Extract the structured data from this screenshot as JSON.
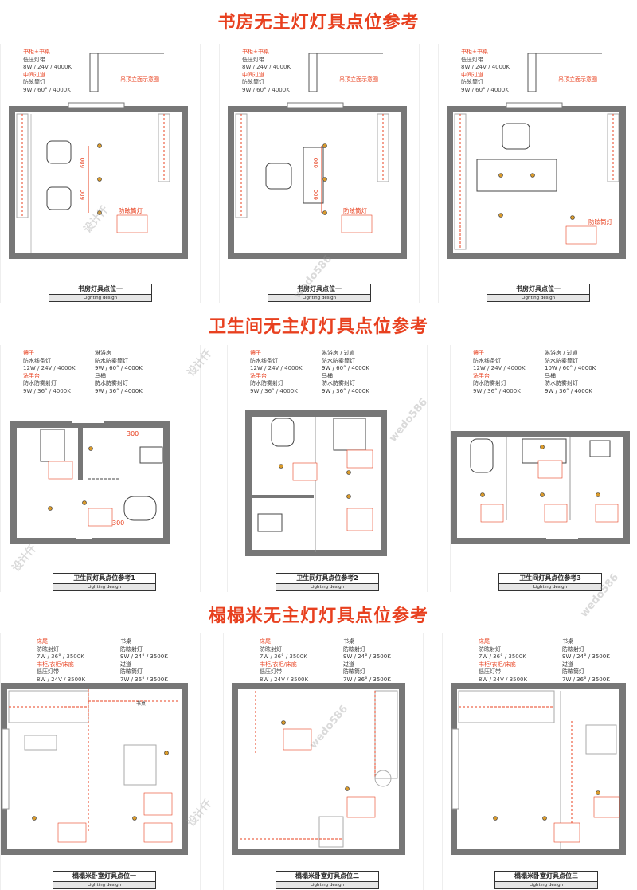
{
  "sections": [
    {
      "title": "书房无主灯灯具点位参考"
    },
    {
      "title": "卫生间无主灯灯具点位参考"
    },
    {
      "title": "榻榻米无主灯灯具点位参考"
    }
  ],
  "study": {
    "spec": {
      "h1": "书柜+书桌",
      "v1": "低压灯带",
      "v2": "8W / 24V / 4000K",
      "h2": "中间过道",
      "v3": "防眩筒灯",
      "v4": "9W / 60° / 4000K"
    },
    "ceiling_label": "吊顶立面示意图",
    "fixture_label": "防眩筒灯",
    "dims": [
      "600",
      "600"
    ],
    "captions": [
      "书房灯具点位一",
      "书房灯具点位一",
      "书房灯具点位一"
    ],
    "sub": "Lighting design"
  },
  "bath": {
    "spec": {
      "h1": "镜子",
      "v1": "防水线条灯",
      "v2": "12W / 24V / 4000K",
      "h2": "洗手台",
      "v3": "防水防雾射灯",
      "v4": "9W / 36° / 4000K",
      "h3": "淋浴房",
      "v5": "防水防雾筒灯",
      "v6": "9W / 60° / 4000K",
      "h4": "马桶",
      "v7": "防水防雾射灯",
      "v8": "9W / 36° / 4000K"
    },
    "spec_alt": {
      "h3": "淋浴房 / 过道",
      "v5b": "防水防雾筒灯",
      "v6b": "10W / 60° / 4000K"
    },
    "dims": [
      "300",
      "300"
    ],
    "captions": [
      "卫生间灯具点位参考1",
      "卫生间灯具点位参考2",
      "卫生间灯具点位参考3"
    ],
    "sub": "Lighting design"
  },
  "tatami": {
    "spec": {
      "h1": "床尾",
      "v1": "防眩射灯",
      "v2": "7W / 36° / 3500K",
      "h2": "书柜/衣柜/床底",
      "v3": "低压灯带",
      "v4": "8W / 24V / 3500K",
      "h3": "书桌",
      "v5": "防眩射灯",
      "v6": "9W / 24° / 3500K",
      "h4": "过道",
      "v7": "防眩筒灯",
      "v8": "7W / 36° / 3500K"
    },
    "captions": [
      "榻榻米卧室灯具点位一",
      "榻榻米卧室灯具点位二",
      "榻榻米卧室灯具点位三"
    ],
    "sub": "Lighting design",
    "desk_label": "书桌"
  },
  "watermarks": [
    "设计仟",
    "wedo586"
  ],
  "colors": {
    "accent": "#e8401f",
    "wall": "#777777",
    "lamp": "#d99a2b"
  }
}
